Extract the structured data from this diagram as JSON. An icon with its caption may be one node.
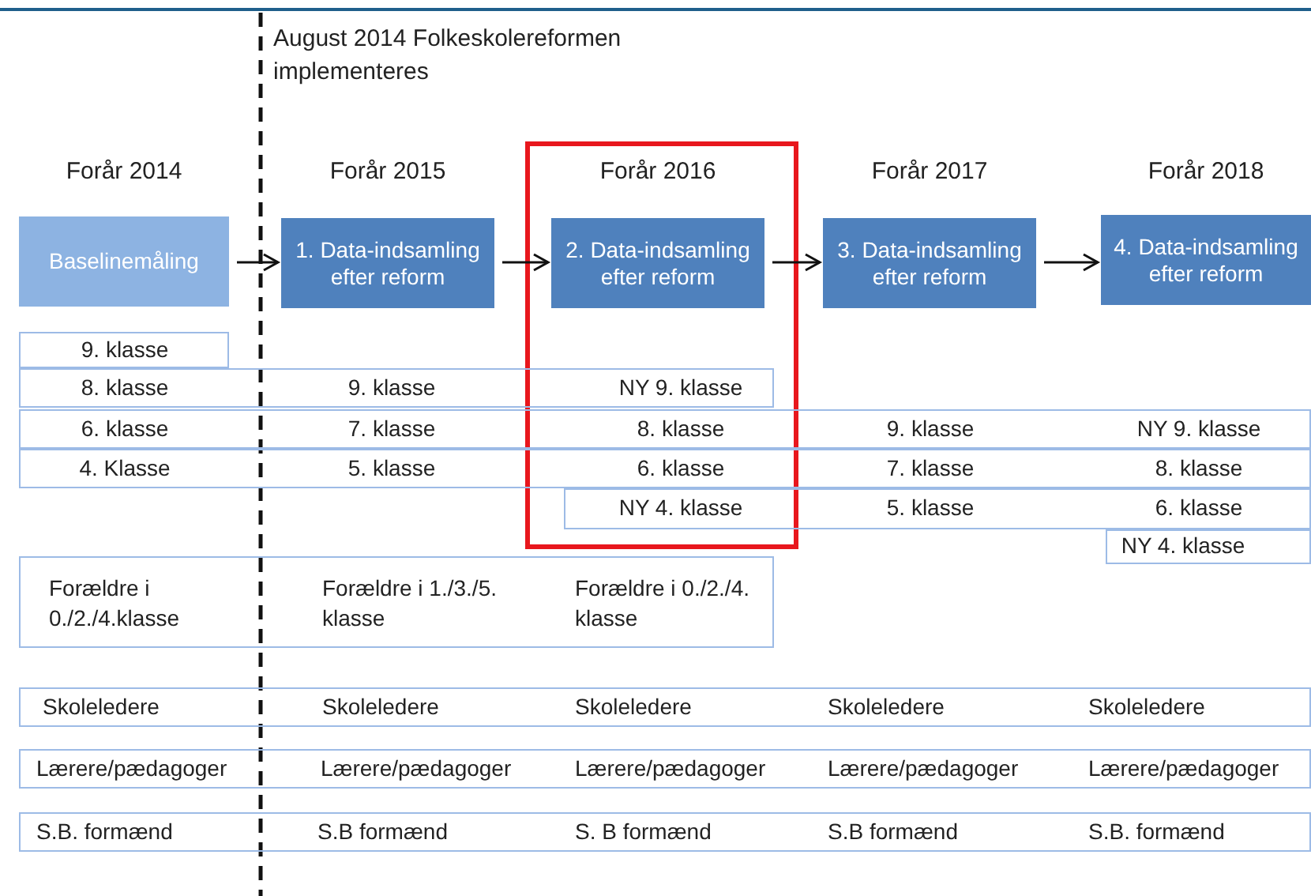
{
  "diagram": {
    "nodes": [
      {
        "text": [
          "Baselinemåling"
        ],
        "beside": [
          "Forår 2014"
        ]
      },
      {
        "text": [
          "1. Data-indsamling efter reform"
        ],
        "beside": [
          "Forår 2015"
        ]
      },
      {
        "text": [
          "2. Data-indsamling efter reform"
        ],
        "beside": [
          "Forår 2016"
        ]
      },
      {
        "text": [
          "3. Data-indsamling efter reform"
        ],
        "beside": [
          "Forår 2017"
        ]
      },
      {
        "text": [
          "4. Data-indsamling efter reform"
        ],
        "beside": [
          "Forår 2018"
        ]
      },
      {
        "text": [
          "9. klasse"
        ]
      },
      {
        "text": [
          "8. klasse",
          "9. klasse",
          "NY 9. klasse"
        ]
      },
      {
        "text": [
          "6. klasse",
          "7. klasse",
          "8. klasse",
          "9. klasse",
          "NY 9. klasse"
        ]
      },
      {
        "text": [
          "4. Klasse",
          "5. klasse",
          "6. klasse",
          "7. klasse",
          "8. klasse"
        ]
      },
      {
        "text": [
          "NY 4. klasse",
          "5. klasse",
          "6. klasse"
        ]
      },
      {
        "text": [
          "NY 4. klasse"
        ]
      },
      {
        "text": [
          "Forældre i 0./2./4.klasse",
          "Forældre i 1./3./5. klasse",
          "Forældre i 0./2./4. klasse"
        ]
      },
      {
        "text": [
          "Skoleledere",
          "Skoleledere",
          "Skoleledere",
          "Skoleledere",
          "Skoleledere"
        ]
      },
      {
        "text": [
          "Lærere/pædagoger",
          "Lærere/pædagoger",
          "Lærere/pædagoger",
          "Lærere/pædagoger",
          "Lærere/pædagoger"
        ]
      },
      {
        "text": [
          "S.B. formænd",
          "S.B formænd",
          "S. B formænd",
          "S.B formænd",
          "S.B. formænd"
        ]
      }
    ],
    "edges": [
      {
        "from": 0,
        "to": 1,
        "arrow": "to"
      },
      {
        "from": 1,
        "to": 2,
        "arrow": "to"
      },
      {
        "from": 2,
        "to": 3,
        "arrow": "to"
      },
      {
        "from": 3,
        "to": 4,
        "arrow": "to"
      }
    ],
    "labels": [
      "August 2014 Folkeskolereformen implementeres"
    ]
  }
}
